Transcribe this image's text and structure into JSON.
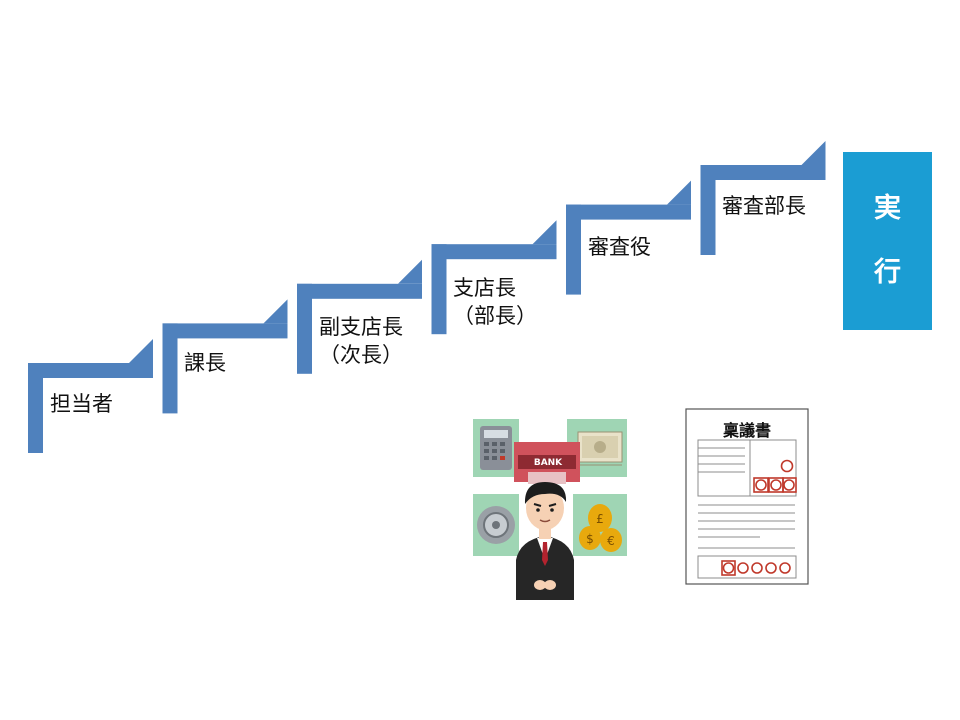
{
  "steps": [
    {
      "label": "担当者"
    },
    {
      "label": "課長"
    },
    {
      "label": "副支店長\n（次長）"
    },
    {
      "label": "支店長\n（部長）"
    },
    {
      "label": "審査役"
    },
    {
      "label": "審査部長"
    }
  ],
  "final": {
    "chars": [
      "実",
      "行"
    ]
  },
  "document": {
    "title": "稟議書"
  },
  "bank_sign": "BANK",
  "colors": {
    "step_blue": "#4f81bd",
    "final_box": "#1b9dd3",
    "tile_green": "#9fd5b4",
    "bank_red": "#d0525c",
    "seal_red": "#c0392b",
    "suit": "#262626",
    "coin_gold": "#e8a90d"
  }
}
